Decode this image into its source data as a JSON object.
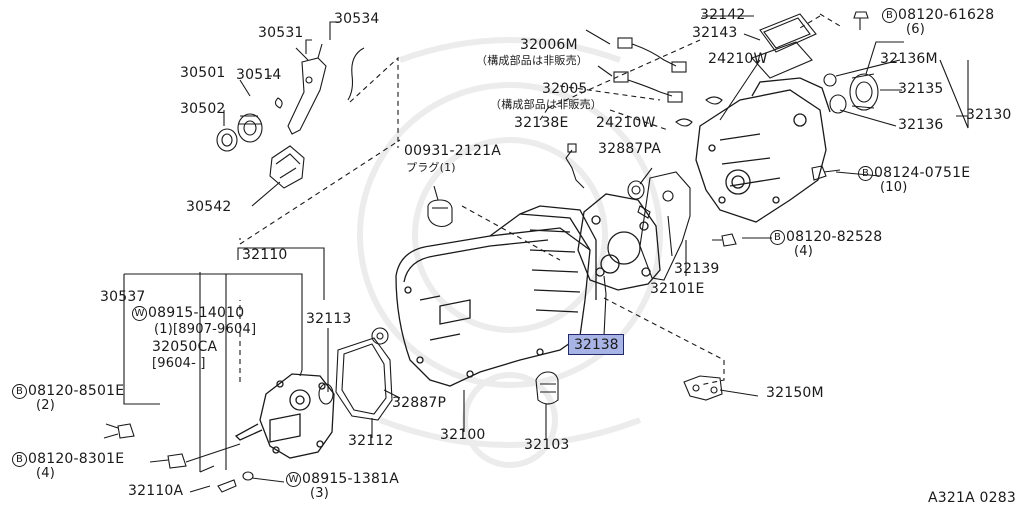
{
  "diagram_id": "A321A 0283",
  "note_jp": "（構成部品は非販売）",
  "highlight": {
    "part": "32138",
    "color": "#a9b4e6"
  },
  "labels": {
    "p30534": "30534",
    "p30531": "30531",
    "p30501": "30501",
    "p30514": "30514",
    "p30502": "30502",
    "p30542": "30542",
    "p32006m": "32006M",
    "p32005": "32005",
    "p32138e": "32138E",
    "p24210w_a": "24210W",
    "p24210w_b": "24210W",
    "p32142": "32142",
    "p32143": "32143",
    "b08120_61628": "08120-61628",
    "q6": "(6)",
    "p32136m": "32136M",
    "p32135": "32135",
    "p32136": "32136",
    "p32130": "32130",
    "b08124_0751e": "08124-0751E",
    "q10": "(10)",
    "p32887pa": "32887PA",
    "p00931": "00931-2121A",
    "plug": "プラグ(1)",
    "b08120_82528": "08120-82528",
    "q4a": "(4)",
    "p32139": "32139",
    "p32101e": "32101E",
    "p32110": "32110",
    "p30537": "30537",
    "w08915_14010": "08915-14010",
    "q1range": "(1)[8907-9604]",
    "p32050ca": "32050CA",
    "range2": "[9604-     ]",
    "p32113": "32113",
    "b08120_8501e": "08120-8501E",
    "q2": "(2)",
    "p32887p": "32887P",
    "p32112": "32112",
    "p32100": "32100",
    "p32103": "32103",
    "b08120_8301e": "08120-8301E",
    "q4b": "(4)",
    "p32110a": "32110A",
    "w08915_1381a": "08915-1381A",
    "q3": "(3)",
    "p32150m": "32150M"
  },
  "prefix": {
    "bolt": "B",
    "washer": "W"
  }
}
